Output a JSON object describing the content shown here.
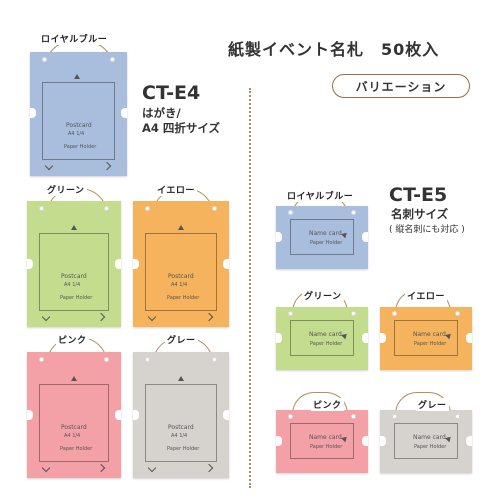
{
  "header": {
    "title": "紙製イベント名札　50枚入",
    "variation_label": "バリエーション"
  },
  "ct_e4": {
    "model": "CT-E4",
    "size_line1": "はがき/",
    "size_line2": "A4 四折サイズ",
    "card_text": {
      "line1": "Postcard",
      "line2": "A4 1/4",
      "line3": "Paper Holder"
    },
    "colors": [
      {
        "name": "ロイヤルブルー",
        "hex": "#a9bedc"
      },
      {
        "name": "グリーン",
        "hex": "#c4dc8e"
      },
      {
        "name": "イエロー",
        "hex": "#f4b35c"
      },
      {
        "name": "ピンク",
        "hex": "#f4a0a7"
      },
      {
        "name": "グレー",
        "hex": "#d6d2ce"
      }
    ]
  },
  "ct_e5": {
    "model": "CT-E5",
    "size": "名刺サイズ",
    "note": "( 縦名刺にも対応 )",
    "card_text": {
      "line1": "Name  card",
      "line2": "Paper Holder"
    },
    "colors": [
      {
        "name": "ロイヤルブルー",
        "hex": "#a9bedc"
      },
      {
        "name": "グリーン",
        "hex": "#c4dc8e"
      },
      {
        "name": "イエロー",
        "hex": "#f4b35c"
      },
      {
        "name": "ピンク",
        "hex": "#f4a0a7"
      },
      {
        "name": "グレー",
        "hex": "#d6d2ce"
      }
    ]
  },
  "string_color": "#b58d5e",
  "accent_border": "#9c6b3e"
}
